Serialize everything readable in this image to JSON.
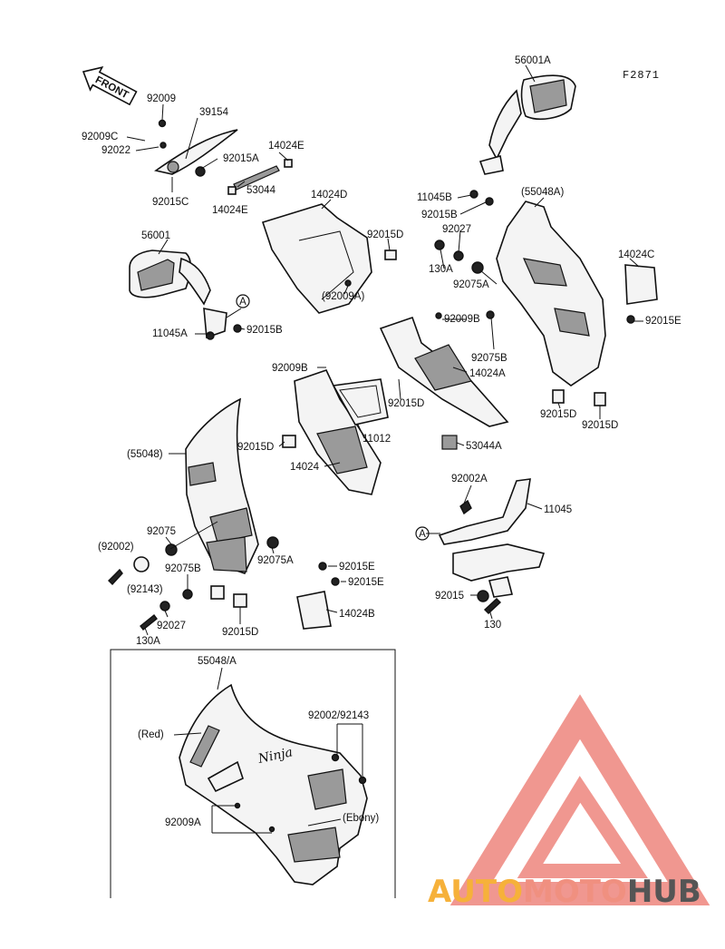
{
  "diagram": {
    "figure_ref": "F2871",
    "front_label": "FRONT",
    "callout_letter": "A",
    "labels": {
      "p56001A": "56001A",
      "p92009": "92009",
      "p39154": "39154",
      "p92009C": "92009C",
      "p92022": "92022",
      "p92015A": "92015A",
      "p14024E_top": "14024E",
      "p53044": "53044",
      "p92015C": "92015C",
      "p14024E_bot": "14024E",
      "p14024D": "14024D",
      "p11045B": "11045B",
      "p55048A": "(55048A)",
      "p92015B_r": "92015B",
      "p92027_r": "92027",
      "p92015D_top": "92015D",
      "p130A_r": "130A",
      "p56001": "56001",
      "p14024C": "14024C",
      "p92075A_r": "92075A",
      "p92009A_paren": "(92009A)",
      "p11045A": "11045A",
      "p92015B_l": "92015B",
      "p92009B_r": "92009B",
      "p92015E_r": "92015E",
      "p92075B_r": "92075B",
      "p92009B_l": "92009B",
      "p14024A": "14024A",
      "p92015D_mid": "92015D",
      "p92015D_r1": "92015D",
      "p92015D_r2": "92015D",
      "p55048": "(55048)",
      "p92015D_l": "92015D",
      "p11012": "11012",
      "p53044A": "53044A",
      "p14024": "14024",
      "p92002A": "92002A",
      "p11045": "11045",
      "p92075": "92075",
      "p92002_paren": "(92002)",
      "p92075A_l": "92075A",
      "p92015E_1": "92015E",
      "p92075B_l": "92075B",
      "p92143_paren": "(92143)",
      "p92015E_2": "92015E",
      "p92015_b": "92015",
      "p14024B": "14024B",
      "p92027_l": "92027",
      "p92015D_b": "92015D",
      "p130": "130",
      "p130A_l": "130A"
    },
    "inset": {
      "title": "55048/A",
      "red": "(Red)",
      "bolts": "92002/92143",
      "screws": "92009A",
      "ebony": "(Ebony)",
      "logo_text": "Ninja"
    }
  },
  "watermark": {
    "part1": "AUTO",
    "part2": "MOTO",
    "part3": "HUB",
    "color1": "#f6b13a",
    "color2": "#f09080",
    "color3": "#555555",
    "logo_color": "#ef8c84"
  }
}
